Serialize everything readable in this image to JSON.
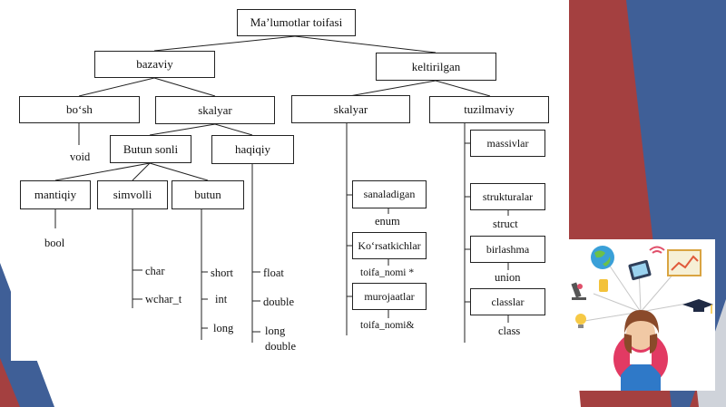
{
  "colors": {
    "blue": "#3f5f97",
    "red": "#a44040",
    "gray": "#cfd3da",
    "line": "#222222"
  },
  "tree": {
    "root": "Ma’lumotlar toifasi",
    "bazaviy": "bazaviy",
    "keltirilgan": "keltirilgan",
    "bosh": "bo‘sh",
    "skalyar_left": "skalyar",
    "skalyar_right": "skalyar",
    "tuzilmaviy": "tuzilmaviy",
    "butun_sonli": "Butun sonli",
    "haqiqiy": "haqiqiy",
    "mantiqiy": "mantiqiy",
    "simvolli": "simvolli",
    "butun": "butun",
    "sanaladigan": "sanaladigan",
    "korsatkichlar": "Ko‘rsatkichlar",
    "murojaatlar": "murojaatlar",
    "massivlar": "massivlar",
    "strukturalar": "strukturalar",
    "birlashma": "birlashma",
    "classlar": "classlar"
  },
  "leaves": {
    "void": "void",
    "bool": "bool",
    "char": "char",
    "wchar_t": "wchar_t",
    "short": "short",
    "int": "int",
    "long": "long",
    "float": "float",
    "double": "double",
    "long_double_1": "long",
    "long_double_2": "double",
    "enum": "enum",
    "pointer": "toifa_nomi *",
    "reference": "toifa_nomi&",
    "struct": "struct",
    "union": "union",
    "class": "class"
  },
  "illustration": {
    "icons": [
      "globe-icon",
      "microscope-icon",
      "tablet-icon",
      "chart-icon",
      "graduation-cap-icon",
      "bulb-icon",
      "wifi-icon"
    ]
  }
}
